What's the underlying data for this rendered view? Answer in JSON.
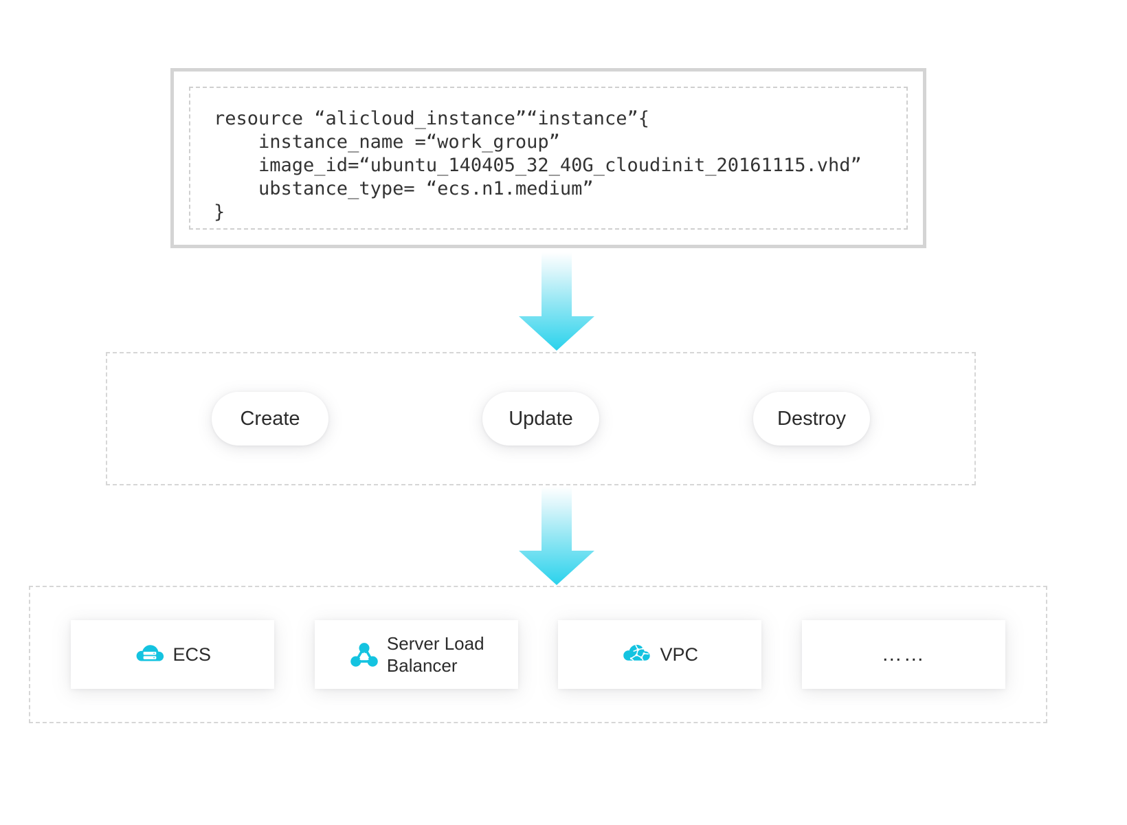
{
  "code_panel": {
    "name": "terraform-resource-snippet",
    "lines": [
      "resource “alicloud_instance”“instance”{",
      "    instance_name =“work_group”",
      "    image_id=“ubuntu_140405_32_40G_cloudinit_20161115.vhd”",
      "    ubstance_type= “ecs.n1.medium”",
      "}"
    ]
  },
  "arrows": {
    "gradient_top": "#ffffff",
    "gradient_bottom": "#2ad2ec",
    "arrow_1_name": "flow-arrow-code-to-actions",
    "arrow_2_name": "flow-arrow-actions-to-services"
  },
  "actions": {
    "items": [
      {
        "label": "Create",
        "name": "create"
      },
      {
        "label": "Update",
        "name": "update"
      },
      {
        "label": "Destroy",
        "name": "destroy"
      }
    ]
  },
  "services": {
    "items": [
      {
        "label": "ECS",
        "icon": "ecs-cloud-server-icon",
        "lines": 1
      },
      {
        "label": "Server Load\nBalancer",
        "icon": "slb-nodes-icon",
        "lines": 2
      },
      {
        "label": "VPC",
        "icon": "vpc-cloud-network-icon",
        "lines": 1
      },
      {
        "label": "……",
        "icon": "none",
        "lines": 1
      }
    ]
  },
  "colors": {
    "accent_cyan": "#14c3e0",
    "arrow_cyan": "#2ad2ec",
    "panel_border": "#d4d4d4",
    "dashed_border": "#d6d6d6",
    "text": "#2b2b2b",
    "card_background": "#ffffff",
    "page_background": "#ffffff"
  }
}
